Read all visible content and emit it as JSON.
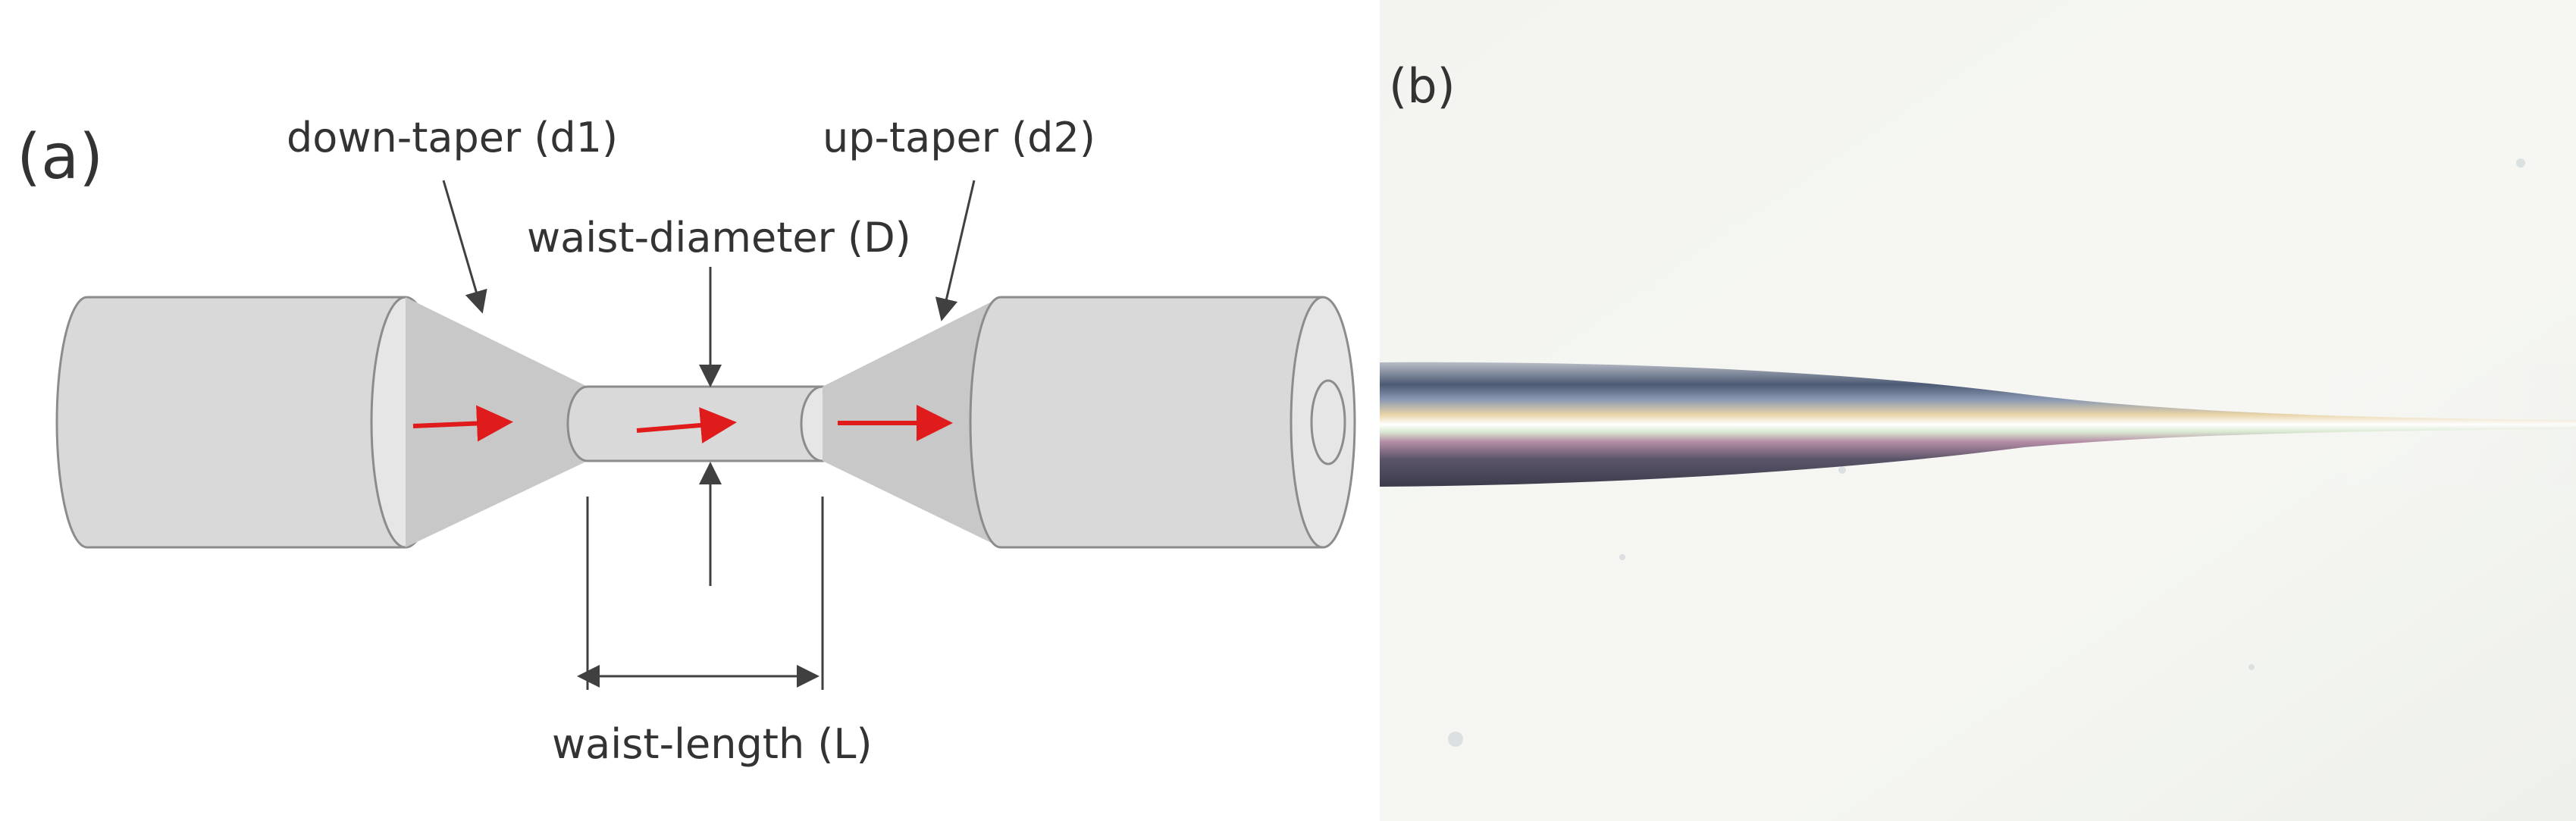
{
  "panel_a": {
    "panel_label": "(a)",
    "labels": {
      "down_taper": "down-taper (d1)",
      "up_taper": "up-taper (d2)",
      "waist_diameter": "waist-diameter (D)",
      "waist_length": "waist-length (L)"
    }
  },
  "panel_b": {
    "panel_label": "(b)"
  },
  "colors": {
    "fiber_fill": "#d9d9d9",
    "fiber_stroke": "#8c8c8c",
    "taper_fill": "#c8c8c8",
    "arrow_red": "#e01b1b",
    "annotation": "#404040",
    "micrograph_bg": "#f6f7f3"
  }
}
